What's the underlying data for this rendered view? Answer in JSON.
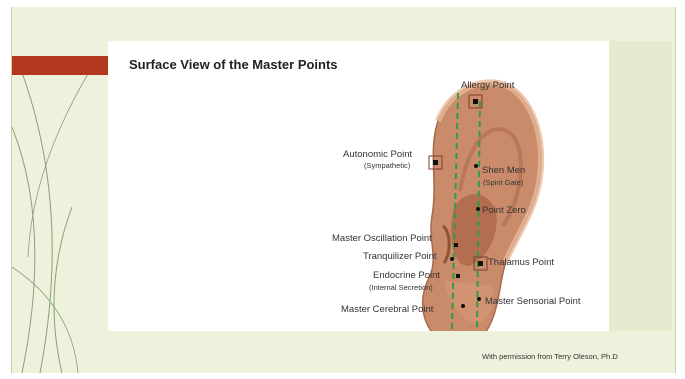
{
  "slide": {
    "title": "Surface View of the Master Points",
    "credit": "With permission from Terry Oleson, Ph.D"
  },
  "points": {
    "allergy": "Allergy Point",
    "autonomic": "Autonomic Point",
    "autonomic_sub": "(Sympathetic)",
    "shen_men": "Shen Men",
    "shen_men_sub": "(Spirit Gate)",
    "point_zero": "Point Zero",
    "master_oscillation": "Master Oscillation Point",
    "tranquilizer": "Tranquilizer Point",
    "thalamus": "Thalamus Point",
    "endocrine": "Endocrine Point",
    "endocrine_sub": "(Internal Secretion)",
    "master_sensorial": "Master Sensorial Point",
    "master_cerebral": "Master Cerebral Point"
  },
  "colors": {
    "background": "#eef2dc",
    "banner": "#b3381e",
    "ear_skin": "#c98b6a",
    "guide_line": "#2e9e3e"
  }
}
